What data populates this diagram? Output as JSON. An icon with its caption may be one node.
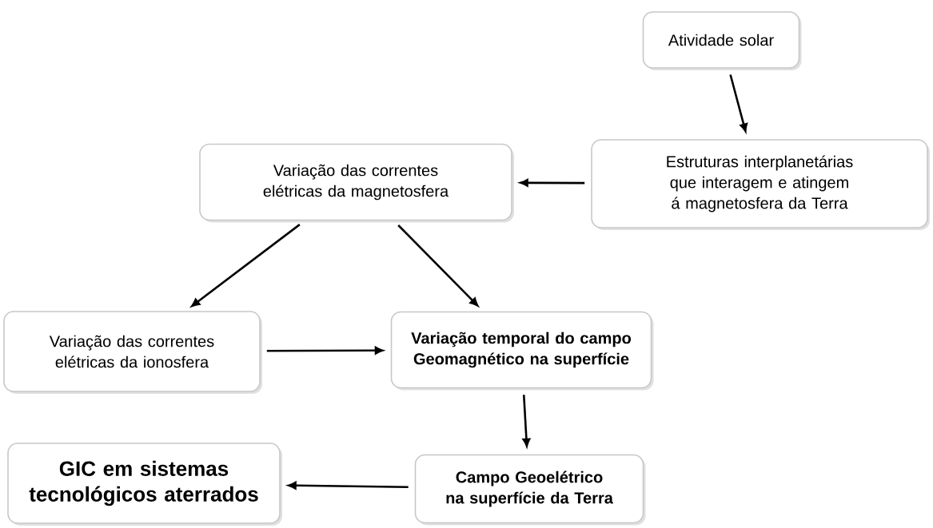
{
  "diagram": {
    "nodes": [
      {
        "text": [
          "Atividade solar"
        ]
      },
      {
        "text": [
          "Estruturas interplanetárias que interagem  e atingem á magnetosfera da Terra"
        ]
      },
      {
        "text": [
          "Variação das correntes elétricas da magnetosfera"
        ]
      },
      {
        "text": [
          "Variação das correntes elétricas da ionosfera"
        ]
      },
      {
        "text": [
          "Variação temporal do campo Geomagnético na superfície"
        ]
      },
      {
        "text": [
          "Campo Geoelétrico na superfície da Terra"
        ]
      },
      {
        "text": [
          "GIC em sistemas tecnológicos aterrados"
        ]
      }
    ],
    "edges": [
      {
        "from": 0,
        "to": 1,
        "arrow": "to"
      },
      {
        "from": 1,
        "to": 2,
        "arrow": "to"
      },
      {
        "from": 2,
        "to": 3,
        "arrow": "to"
      },
      {
        "from": 2,
        "to": 4,
        "arrow": "to"
      },
      {
        "from": 3,
        "to": 4,
        "arrow": "to"
      },
      {
        "from": 4,
        "to": 5,
        "arrow": "to"
      },
      {
        "from": 5,
        "to": 6,
        "arrow": "to"
      }
    ]
  }
}
